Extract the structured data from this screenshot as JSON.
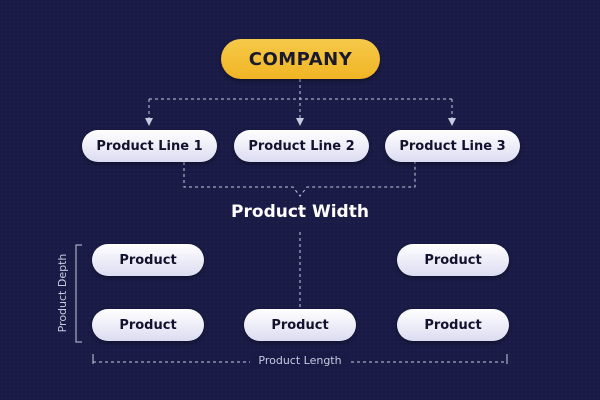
{
  "company": {
    "label": "COMPANY"
  },
  "product_lines": [
    {
      "label": "Product Line 1"
    },
    {
      "label": "Product Line 2"
    },
    {
      "label": "Product Line 3"
    }
  ],
  "product_width": {
    "label": "Product Width"
  },
  "products": [
    {
      "label": "Product"
    },
    {
      "label": "Product"
    },
    {
      "label": "Product"
    },
    {
      "label": "Product"
    },
    {
      "label": "Product"
    }
  ],
  "product_length": {
    "label": "Product Length"
  },
  "product_depth": {
    "label": "Product Depth"
  },
  "colors": {
    "background": "#191a45",
    "company_fill": "#f3bf33",
    "pill_fill": "#f0f0fb",
    "connector": "#c9c9e0",
    "label_text": "#ffffff"
  }
}
